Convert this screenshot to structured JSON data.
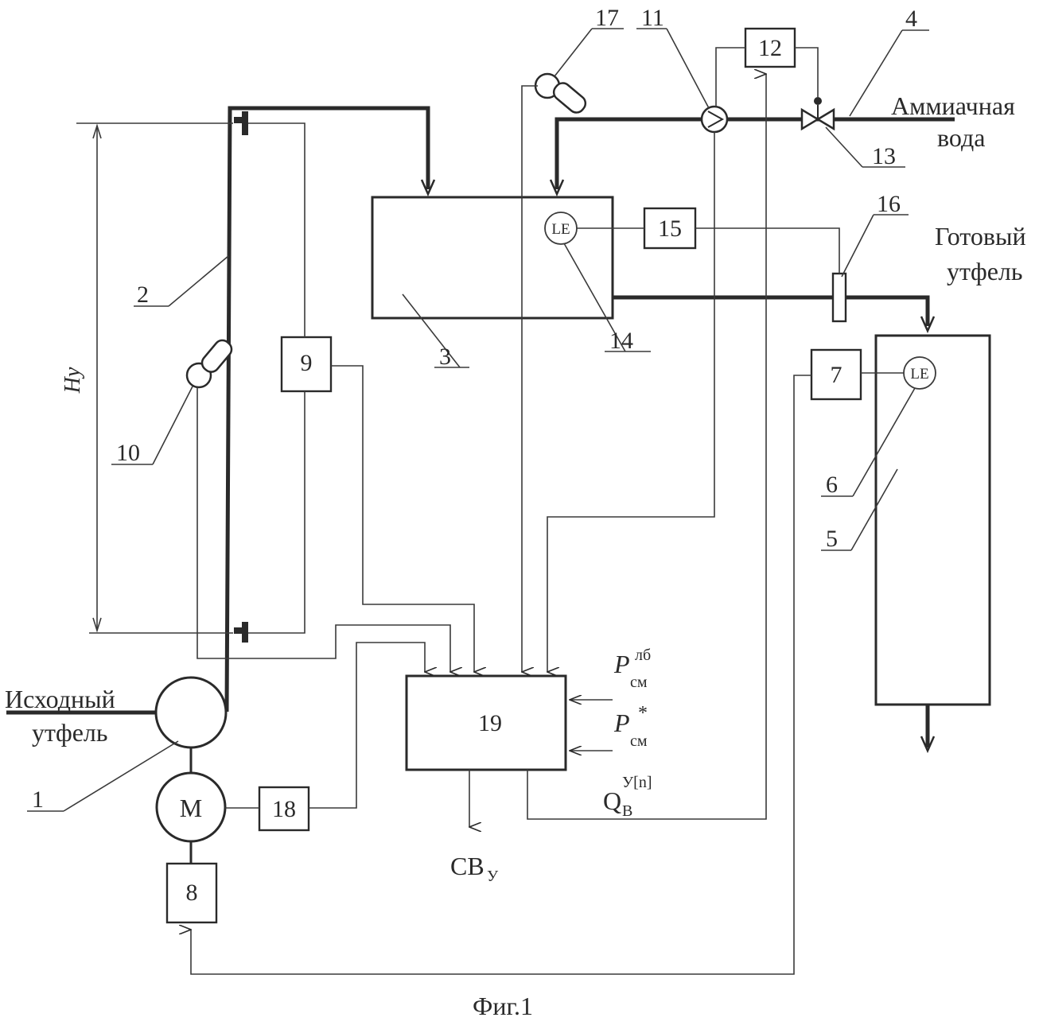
{
  "caption": "Фиг.1",
  "labels": {
    "ammonia_line1": "Аммиачная",
    "ammonia_line2": "вода",
    "ready_line1": "Готовый",
    "ready_line2": "утфель",
    "source_line1": "Исходный",
    "source_line2": "утфель",
    "height": "Hy",
    "output": "CB",
    "output_sub": "У"
  },
  "inputs": {
    "p_lb_main": "P",
    "p_lb_sub": "см",
    "p_lb_sup": "лб",
    "p_star_main": "P",
    "p_star_sub": "см",
    "p_star_sup": "*",
    "q_main": "Q",
    "q_sub": "В",
    "q_sup": "У[n]"
  },
  "sensors": {
    "le_14": "LE",
    "le_6": "LE"
  },
  "motor_label": "M",
  "blocks": {
    "b12": "12",
    "b15": "15",
    "b9": "9",
    "b7": "7",
    "b18": "18",
    "b8": "8",
    "b19": "19"
  },
  "leaders": {
    "n17": "17",
    "n11": "11",
    "n4": "4",
    "n13": "13",
    "n16": "16",
    "n2": "2",
    "n3": "3",
    "n14": "14",
    "n10": "10",
    "n6": "6",
    "n5": "5",
    "n1": "1"
  }
}
